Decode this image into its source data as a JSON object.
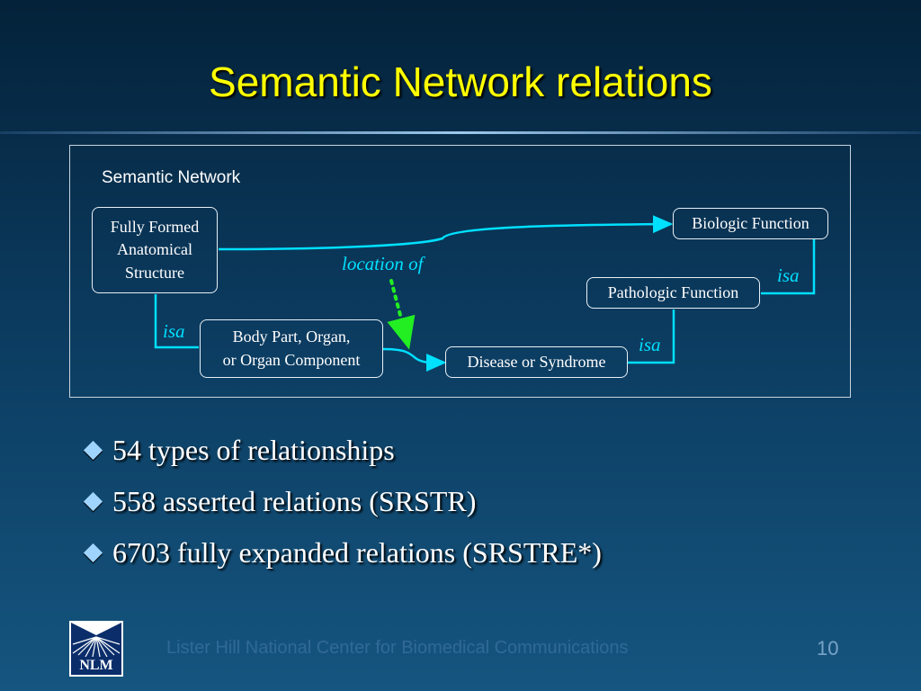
{
  "slide": {
    "title": "Semantic Network relations"
  },
  "diagram": {
    "label": "Semantic Network",
    "nodes": {
      "fully_formed": "Fully Formed\nAnatomical\nStructure",
      "biologic_function": "Biologic Function",
      "pathologic_function": "Pathologic Function",
      "body_part": "Body Part, Organ,\nor Organ Component",
      "disease": "Disease or Syndrome"
    },
    "edges": {
      "location_of": "location of",
      "isa_left": "isa",
      "isa_right_upper": "isa",
      "isa_right_lower": "isa"
    },
    "colors": {
      "edge": "#00e0ff",
      "location_arrow": "#22ee22"
    }
  },
  "bullets": [
    "54 types of relationships",
    "558 asserted relations (SRSTR)",
    "6703 fully expanded relations (SRSTRE*)"
  ],
  "footer": {
    "text": "Lister Hill National Center for Biomedical Communications",
    "page_number": "10",
    "logo_text": "NLM"
  }
}
